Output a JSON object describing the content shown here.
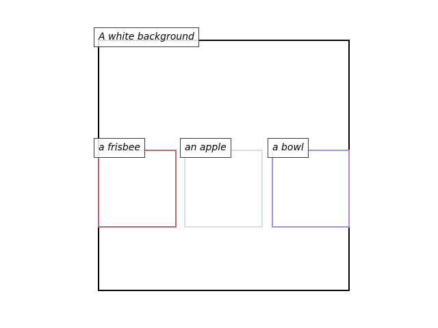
{
  "regions": [
    {
      "key": "background",
      "label": "A white background",
      "color": "#000000"
    },
    {
      "key": "frisbee",
      "label": "a frisbee",
      "color": "#c0636f"
    },
    {
      "key": "apple",
      "label": "an apple",
      "color": "#d4e2df"
    },
    {
      "key": "bowl",
      "label": "a bowl",
      "color": "#a98ce3"
    }
  ]
}
